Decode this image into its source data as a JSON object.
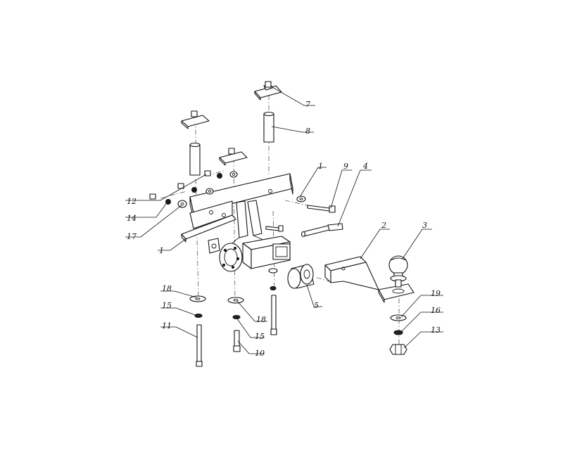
{
  "callouts": [
    {
      "id": "c7",
      "label": "7"
    },
    {
      "id": "c8",
      "label": "8"
    },
    {
      "id": "c1a",
      "label": "1"
    },
    {
      "id": "c9",
      "label": "9"
    },
    {
      "id": "c4",
      "label": "4"
    },
    {
      "id": "c12",
      "label": "12"
    },
    {
      "id": "c14",
      "label": "14"
    },
    {
      "id": "c17",
      "label": "17"
    },
    {
      "id": "c1b",
      "label": "1"
    },
    {
      "id": "c2",
      "label": "2"
    },
    {
      "id": "c3",
      "label": "3"
    },
    {
      "id": "c5",
      "label": "5"
    },
    {
      "id": "c18a",
      "label": "18"
    },
    {
      "id": "c15a",
      "label": "15"
    },
    {
      "id": "c11",
      "label": "11"
    },
    {
      "id": "c18b",
      "label": "18"
    },
    {
      "id": "c15b",
      "label": "15"
    },
    {
      "id": "c10",
      "label": "10"
    },
    {
      "id": "c19",
      "label": "19"
    },
    {
      "id": "c16",
      "label": "16"
    },
    {
      "id": "c13",
      "label": "13"
    }
  ]
}
